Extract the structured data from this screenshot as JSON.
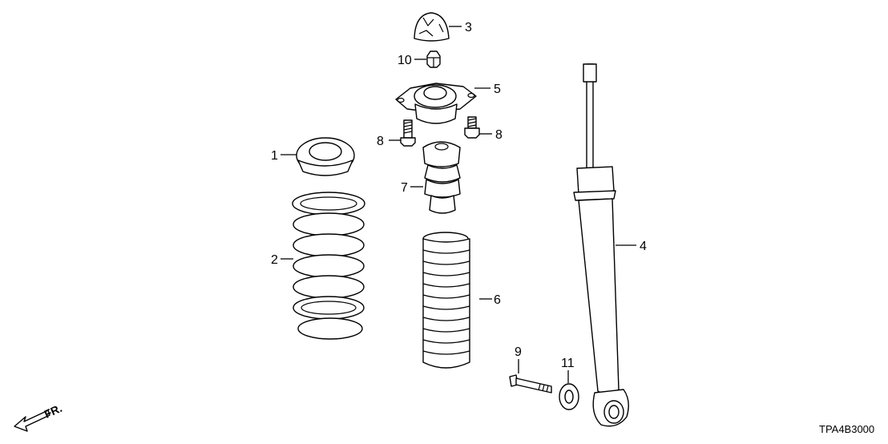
{
  "diagram": {
    "parts": [
      {
        "no": "1"
      },
      {
        "no": "2"
      },
      {
        "no": "3"
      },
      {
        "no": "4"
      },
      {
        "no": "5"
      },
      {
        "no": "6"
      },
      {
        "no": "7"
      },
      {
        "no": "8"
      },
      {
        "no": "8"
      },
      {
        "no": "9"
      },
      {
        "no": "10"
      },
      {
        "no": "11"
      }
    ],
    "direction_label": "FR.",
    "drawing_code": "TPA4B3000"
  }
}
